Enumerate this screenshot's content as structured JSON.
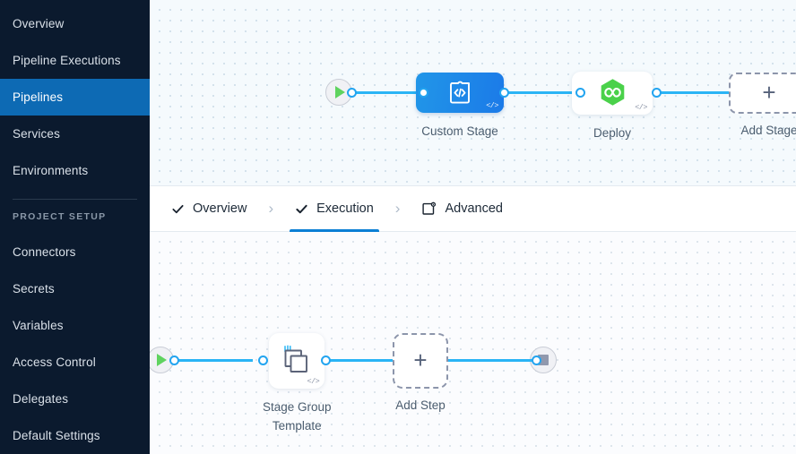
{
  "sidebar": {
    "items": [
      {
        "label": "Overview",
        "active": false
      },
      {
        "label": "Pipeline Executions",
        "active": false
      },
      {
        "label": "Pipelines",
        "active": true
      },
      {
        "label": "Services",
        "active": false
      },
      {
        "label": "Environments",
        "active": false
      }
    ],
    "section_title": "PROJECT SETUP",
    "setup_items": [
      {
        "label": "Connectors"
      },
      {
        "label": "Secrets"
      },
      {
        "label": "Variables"
      },
      {
        "label": "Access Control"
      },
      {
        "label": "Delegates"
      },
      {
        "label": "Default Settings"
      }
    ],
    "active_color": "#0d6ab4",
    "background_color": "#0b1a2e"
  },
  "tabs": {
    "items": [
      {
        "label": "Overview",
        "icon": "check-icon",
        "active": false,
        "completed": true
      },
      {
        "label": "Execution",
        "icon": "check-icon",
        "active": true,
        "completed": true
      },
      {
        "label": "Advanced",
        "icon": "advanced-gear-box-icon",
        "active": false,
        "completed": false
      }
    ],
    "separator": "›",
    "active_underline_color": "#0b7fd4"
  },
  "stage_canvas": {
    "start_node": "start-play-icon",
    "end_node": "stop-square-icon",
    "nodes": [
      {
        "label": "Custom Stage",
        "type": "custom-stage",
        "icon": "puzzle-code-icon",
        "badge": "</>"
      },
      {
        "label": "Deploy",
        "type": "deploy-stage",
        "icon": "harness-hexagon-icon",
        "badge": "</>"
      },
      {
        "label": "Add Stage",
        "type": "add-stage",
        "icon": "plus-icon"
      }
    ]
  },
  "step_canvas": {
    "start_node": "start-play-icon",
    "end_node": "stop-square-icon",
    "nodes": [
      {
        "label": "Stage Group\nTemplate",
        "type": "step-group-template",
        "icon": "step-group-icon",
        "badge": "</>"
      },
      {
        "label": "Add Step",
        "type": "add-step",
        "icon": "plus-icon"
      }
    ]
  },
  "colors": {
    "edge": "#2ab4f5",
    "connector_dot": "#22a4f0",
    "custom_stage_gradient_from": "#2196e8",
    "custom_stage_gradient_to": "#1b7ae8",
    "deploy_hexagon": "#4ad14a",
    "play_green": "#5fd35f",
    "stop_gray": "#9098ad"
  }
}
